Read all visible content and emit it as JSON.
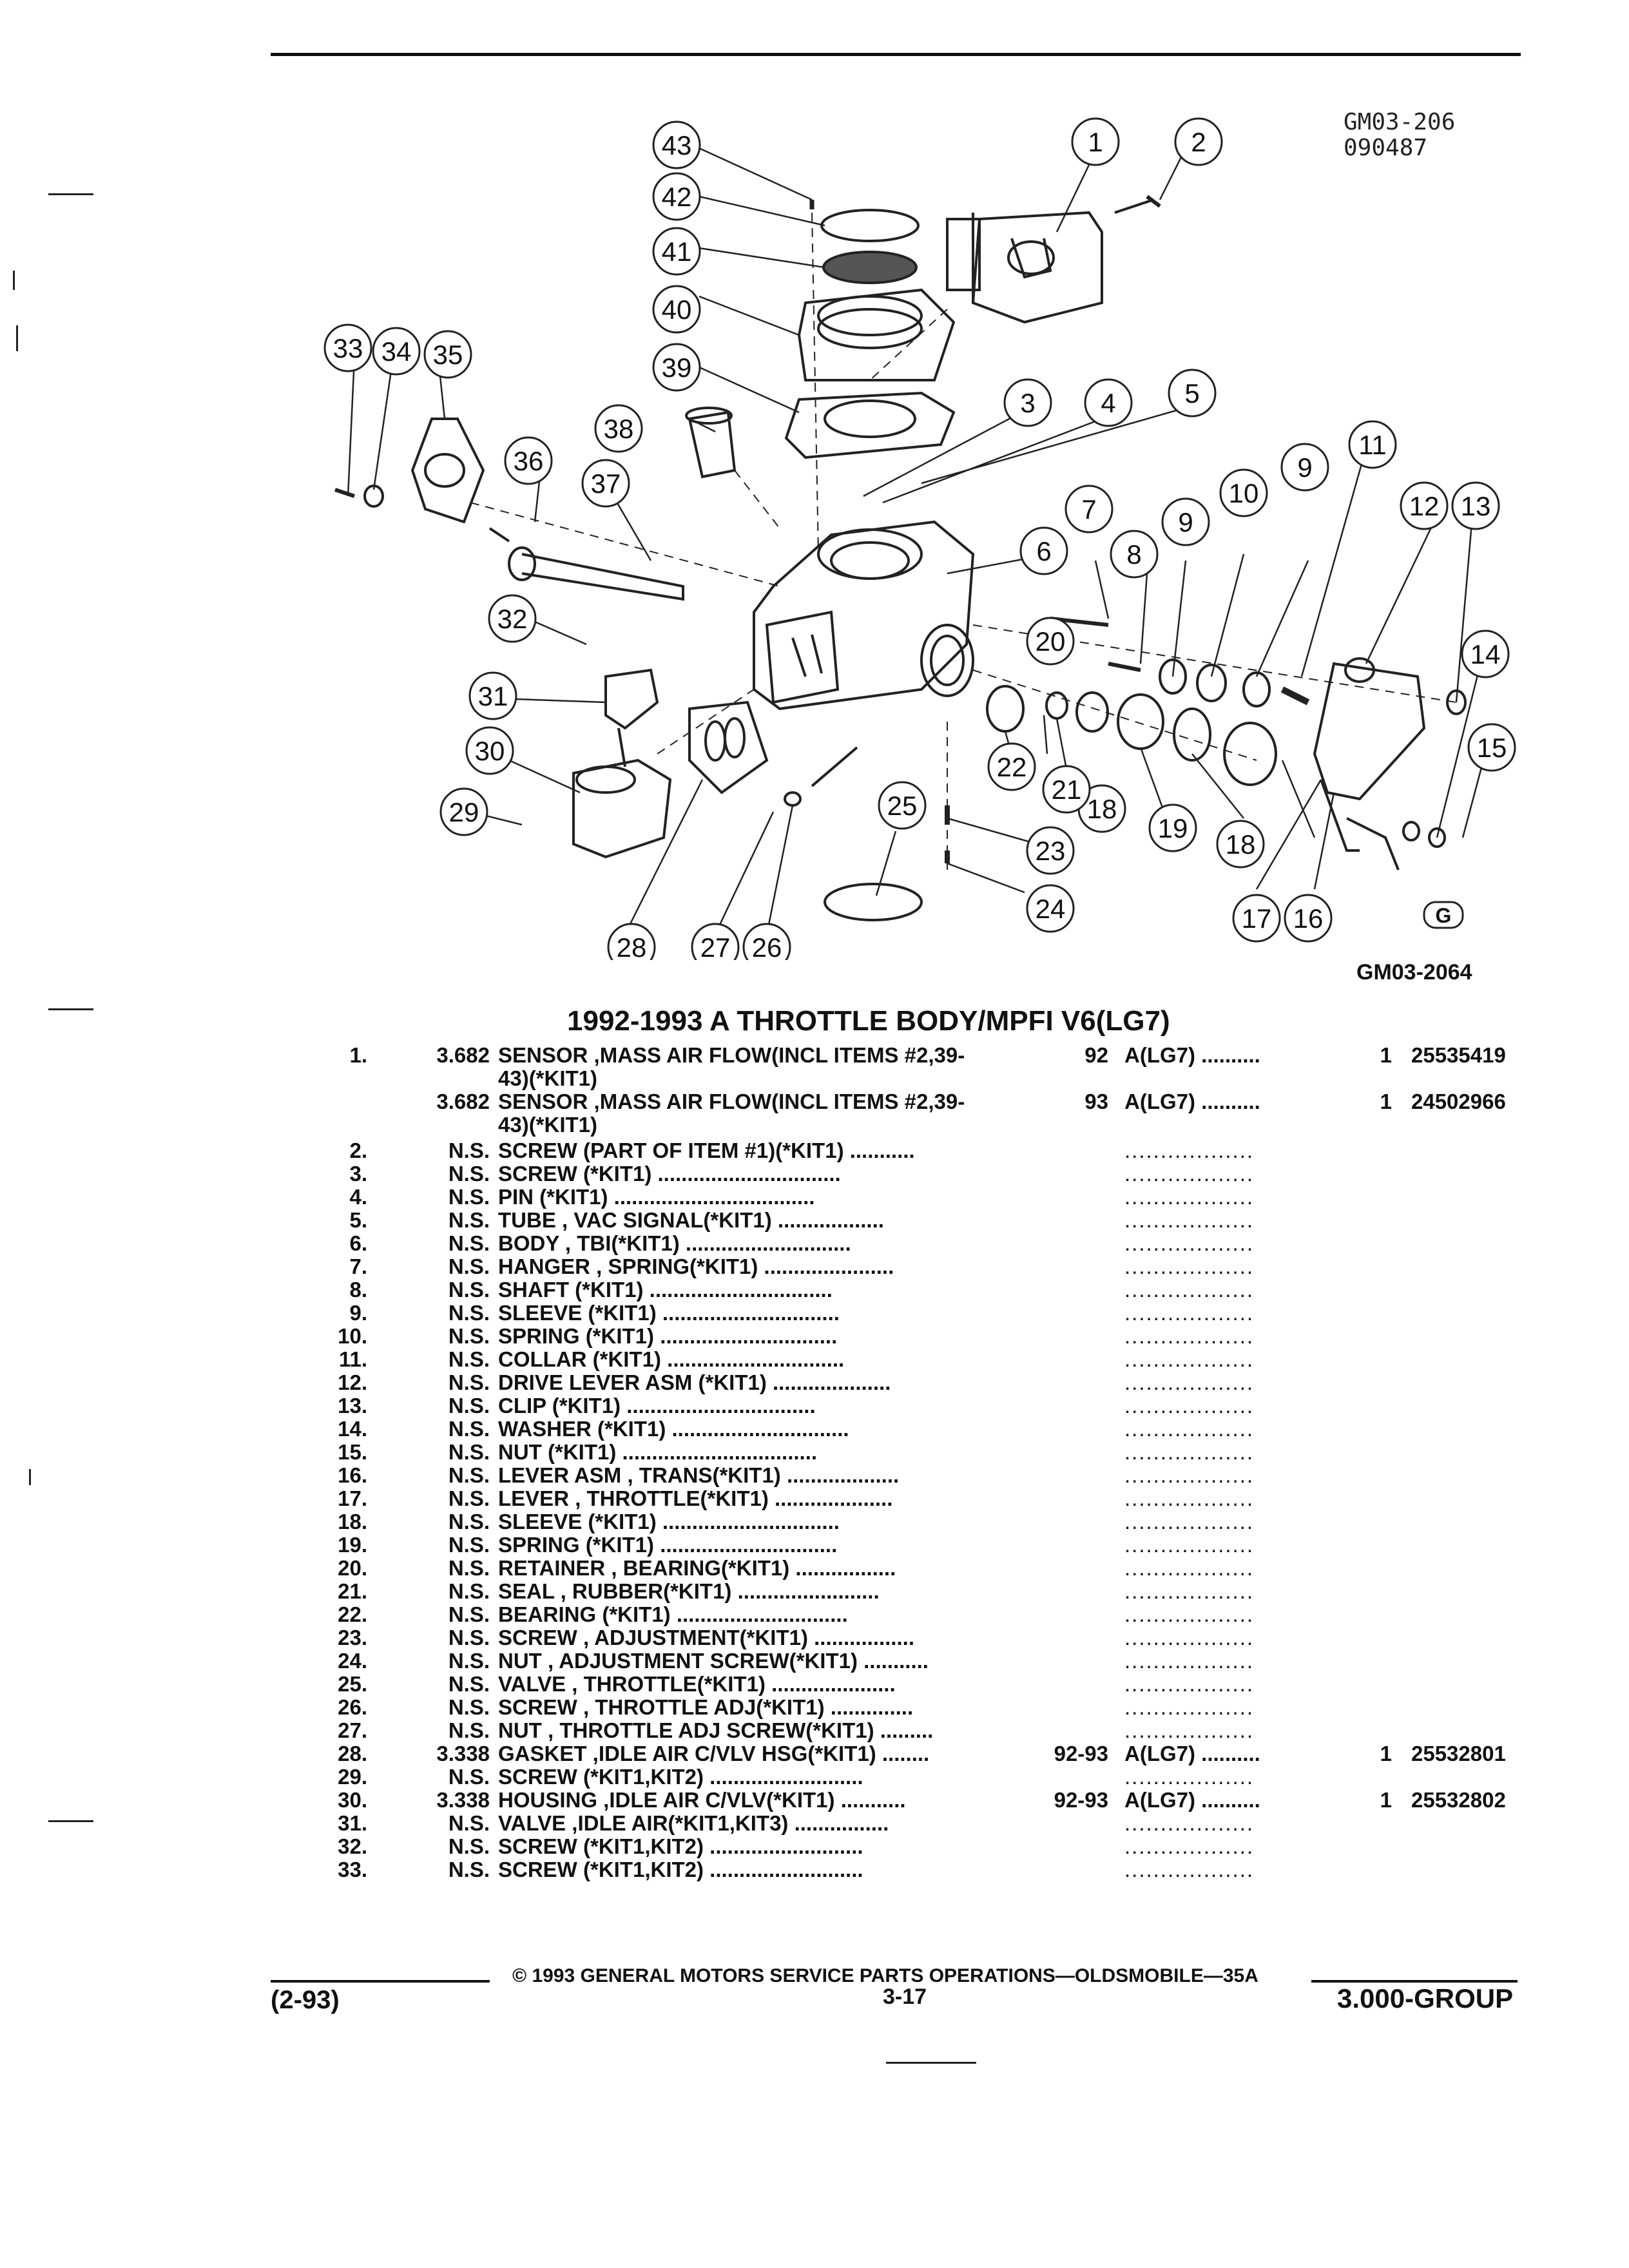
{
  "header": {
    "code_top_line1": "GM03-206",
    "code_top_line2": "090487",
    "code_bottom": "GM03-2064",
    "title": "1992-1993 A THROTTLE BODY/MPFI V6(LG7)"
  },
  "diagram": {
    "callouts": [
      "1",
      "2",
      "3",
      "4",
      "5",
      "6",
      "7",
      "8",
      "9",
      "10",
      "9",
      "11",
      "12",
      "13",
      "14",
      "15",
      "16",
      "17",
      "18",
      "19",
      "18",
      "20",
      "21",
      "22",
      "23",
      "24",
      "25",
      "26",
      "27",
      "28",
      "29",
      "30",
      "31",
      "32",
      "33",
      "34",
      "35",
      "36",
      "37",
      "38",
      "39",
      "40",
      "41",
      "42",
      "43"
    ],
    "logo_letter": "G"
  },
  "parts": [
    {
      "idx": "1.",
      "grp": "3.682",
      "desc": "SENSOR ,MASS AIR FLOW(INCL ITEMS #2,39-",
      "desc2": "43)(*KIT1)",
      "yr": "92",
      "model": "A(LG7) ..........",
      "qty": "1",
      "pn": "25535419"
    },
    {
      "idx": "",
      "grp": "3.682",
      "desc": "SENSOR ,MASS AIR FLOW(INCL ITEMS #2,39-",
      "desc2": "43)(*KIT1)",
      "yr": "93",
      "model": "A(LG7) ..........",
      "qty": "1",
      "pn": "24502966"
    },
    {
      "idx": "2.",
      "grp": "N.S.",
      "desc": "SCREW (PART OF ITEM #1)(*KIT1) ...........",
      "yr": "",
      "model": "",
      "qty": "",
      "pn": ""
    },
    {
      "idx": "3.",
      "grp": "N.S.",
      "desc": "SCREW (*KIT1) ...............................",
      "yr": "",
      "model": "",
      "qty": "",
      "pn": ""
    },
    {
      "idx": "4.",
      "grp": "N.S.",
      "desc": "PIN (*KIT1) ..................................",
      "yr": "",
      "model": "",
      "qty": "",
      "pn": ""
    },
    {
      "idx": "5.",
      "grp": "N.S.",
      "desc": "TUBE , VAC SIGNAL(*KIT1) ..................",
      "yr": "",
      "model": "",
      "qty": "",
      "pn": ""
    },
    {
      "idx": "6.",
      "grp": "N.S.",
      "desc": "BODY , TBI(*KIT1) ............................",
      "yr": "",
      "model": "",
      "qty": "",
      "pn": ""
    },
    {
      "idx": "7.",
      "grp": "N.S.",
      "desc": "HANGER , SPRING(*KIT1) ......................",
      "yr": "",
      "model": "",
      "qty": "",
      "pn": ""
    },
    {
      "idx": "8.",
      "grp": "N.S.",
      "desc": "SHAFT (*KIT1) ...............................",
      "yr": "",
      "model": "",
      "qty": "",
      "pn": ""
    },
    {
      "idx": "9.",
      "grp": "N.S.",
      "desc": "SLEEVE (*KIT1) ..............................",
      "yr": "",
      "model": "",
      "qty": "",
      "pn": ""
    },
    {
      "idx": "10.",
      "grp": "N.S.",
      "desc": "SPRING (*KIT1) ..............................",
      "yr": "",
      "model": "",
      "qty": "",
      "pn": ""
    },
    {
      "idx": "11.",
      "grp": "N.S.",
      "desc": "COLLAR (*KIT1) ..............................",
      "yr": "",
      "model": "",
      "qty": "",
      "pn": ""
    },
    {
      "idx": "12.",
      "grp": "N.S.",
      "desc": "DRIVE LEVER ASM (*KIT1) ....................",
      "yr": "",
      "model": "",
      "qty": "",
      "pn": ""
    },
    {
      "idx": "13.",
      "grp": "N.S.",
      "desc": "CLIP (*KIT1) ................................",
      "yr": "",
      "model": "",
      "qty": "",
      "pn": ""
    },
    {
      "idx": "14.",
      "grp": "N.S.",
      "desc": "WASHER (*KIT1) ..............................",
      "yr": "",
      "model": "",
      "qty": "",
      "pn": ""
    },
    {
      "idx": "15.",
      "grp": "N.S.",
      "desc": "NUT (*KIT1) .................................",
      "yr": "",
      "model": "",
      "qty": "",
      "pn": ""
    },
    {
      "idx": "16.",
      "grp": "N.S.",
      "desc": "LEVER ASM , TRANS(*KIT1) ...................",
      "yr": "",
      "model": "",
      "qty": "",
      "pn": ""
    },
    {
      "idx": "17.",
      "grp": "N.S.",
      "desc": "LEVER , THROTTLE(*KIT1) ....................",
      "yr": "",
      "model": "",
      "qty": "",
      "pn": ""
    },
    {
      "idx": "18.",
      "grp": "N.S.",
      "desc": "SLEEVE (*KIT1) ..............................",
      "yr": "",
      "model": "",
      "qty": "",
      "pn": ""
    },
    {
      "idx": "19.",
      "grp": "N.S.",
      "desc": "SPRING (*KIT1) ..............................",
      "yr": "",
      "model": "",
      "qty": "",
      "pn": ""
    },
    {
      "idx": "20.",
      "grp": "N.S.",
      "desc": "RETAINER , BEARING(*KIT1) .................",
      "yr": "",
      "model": "",
      "qty": "",
      "pn": ""
    },
    {
      "idx": "21.",
      "grp": "N.S.",
      "desc": "SEAL , RUBBER(*KIT1) ........................",
      "yr": "",
      "model": "",
      "qty": "",
      "pn": ""
    },
    {
      "idx": "22.",
      "grp": "N.S.",
      "desc": "BEARING (*KIT1) .............................",
      "yr": "",
      "model": "",
      "qty": "",
      "pn": ""
    },
    {
      "idx": "23.",
      "grp": "N.S.",
      "desc": "SCREW , ADJUSTMENT(*KIT1) .................",
      "yr": "",
      "model": "",
      "qty": "",
      "pn": ""
    },
    {
      "idx": "24.",
      "grp": "N.S.",
      "desc": "NUT , ADJUSTMENT SCREW(*KIT1) ...........",
      "yr": "",
      "model": "",
      "qty": "",
      "pn": ""
    },
    {
      "idx": "25.",
      "grp": "N.S.",
      "desc": "VALVE , THROTTLE(*KIT1) .....................",
      "yr": "",
      "model": "",
      "qty": "",
      "pn": ""
    },
    {
      "idx": "26.",
      "grp": "N.S.",
      "desc": "SCREW , THROTTLE ADJ(*KIT1) ..............",
      "yr": "",
      "model": "",
      "qty": "",
      "pn": ""
    },
    {
      "idx": "27.",
      "grp": "N.S.",
      "desc": "NUT , THROTTLE ADJ SCREW(*KIT1) .........",
      "yr": "",
      "model": "",
      "qty": "",
      "pn": ""
    },
    {
      "idx": "28.",
      "grp": "3.338",
      "desc": "GASKET ,IDLE AIR C/VLV HSG(*KIT1) ........",
      "yr": "92-93",
      "model": "A(LG7) ..........",
      "qty": "1",
      "pn": "25532801"
    },
    {
      "idx": "29.",
      "grp": "N.S.",
      "desc": "SCREW (*KIT1,KIT2) ..........................",
      "yr": "",
      "model": "",
      "qty": "",
      "pn": ""
    },
    {
      "idx": "30.",
      "grp": "3.338",
      "desc": "HOUSING ,IDLE AIR C/VLV(*KIT1) ...........",
      "yr": "92-93",
      "model": "A(LG7) ..........",
      "qty": "1",
      "pn": "25532802"
    },
    {
      "idx": "31.",
      "grp": "N.S.",
      "desc": "VALVE ,IDLE AIR(*KIT1,KIT3) ................",
      "yr": "",
      "model": "",
      "qty": "",
      "pn": ""
    },
    {
      "idx": "32.",
      "grp": "N.S.",
      "desc": "SCREW (*KIT1,KIT2) ..........................",
      "yr": "",
      "model": "",
      "qty": "",
      "pn": ""
    },
    {
      "idx": "33.",
      "grp": "N.S.",
      "desc": "SCREW (*KIT1,KIT2) ..........................",
      "yr": "",
      "model": "",
      "qty": "",
      "pn": ""
    }
  ],
  "dot_leader": "..................",
  "footer": {
    "copyright": "© 1993 GENERAL MOTORS SERVICE PARTS OPERATIONS—OLDSMOBILE—35A",
    "edition": "(2-93)",
    "page": "3-17",
    "group": "3.000-GROUP"
  }
}
